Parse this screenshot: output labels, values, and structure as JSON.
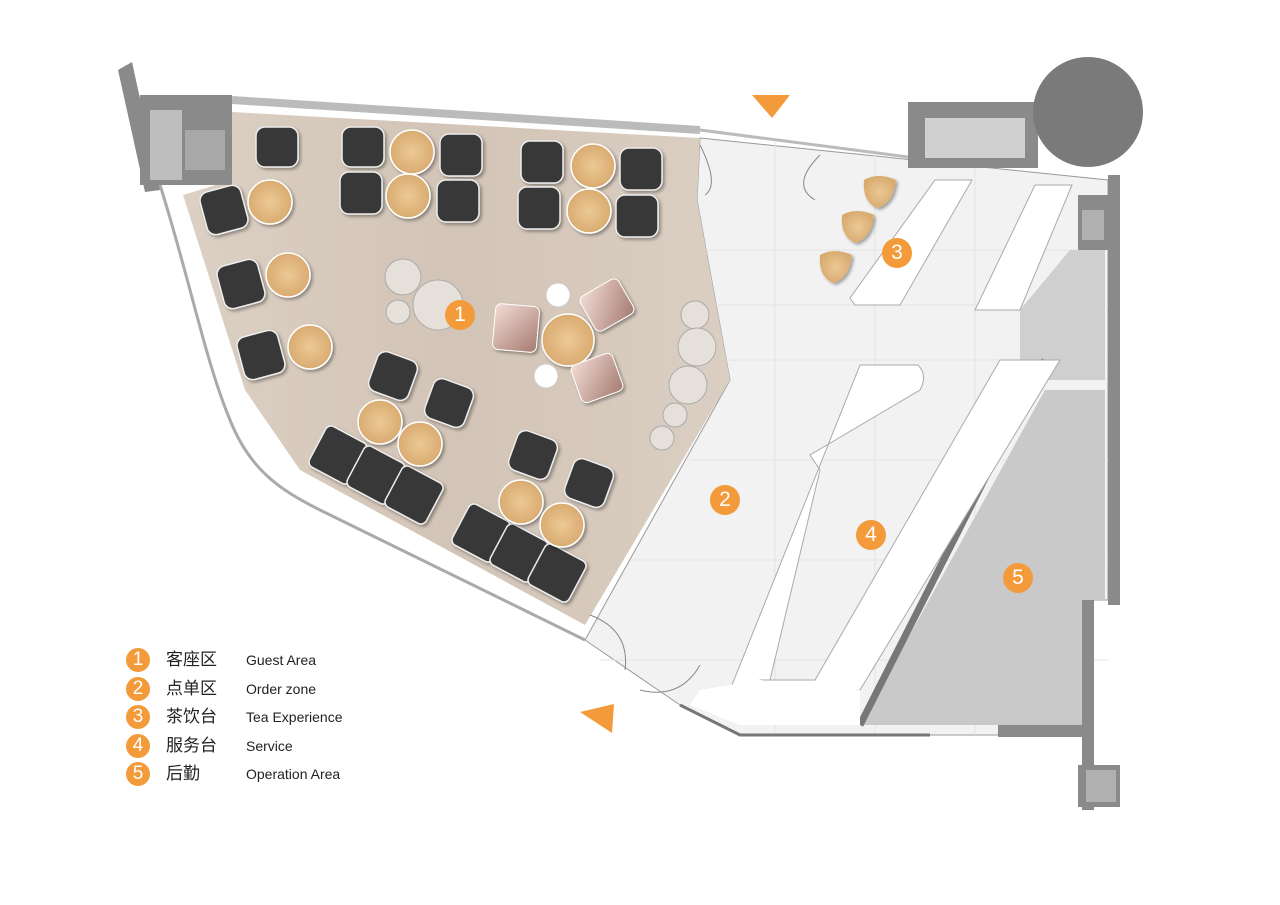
{
  "colors": {
    "accent": "#f39a3a",
    "wood": "#d8cbbf",
    "chair": "#3a3a3a",
    "wall": "#8a8a8a",
    "table": "#e2b981"
  },
  "markers": [
    "1",
    "2",
    "3",
    "4",
    "5"
  ],
  "legend": [
    {
      "num": "1",
      "zh": "客座区",
      "en": "Guest Area"
    },
    {
      "num": "2",
      "zh": "点单区",
      "en": "Order zone"
    },
    {
      "num": "3",
      "zh": "茶饮台",
      "en": "Tea Experience"
    },
    {
      "num": "4",
      "zh": "服务台",
      "en": "Service"
    },
    {
      "num": "5",
      "zh": "后勤",
      "en": "Operation Area"
    }
  ]
}
